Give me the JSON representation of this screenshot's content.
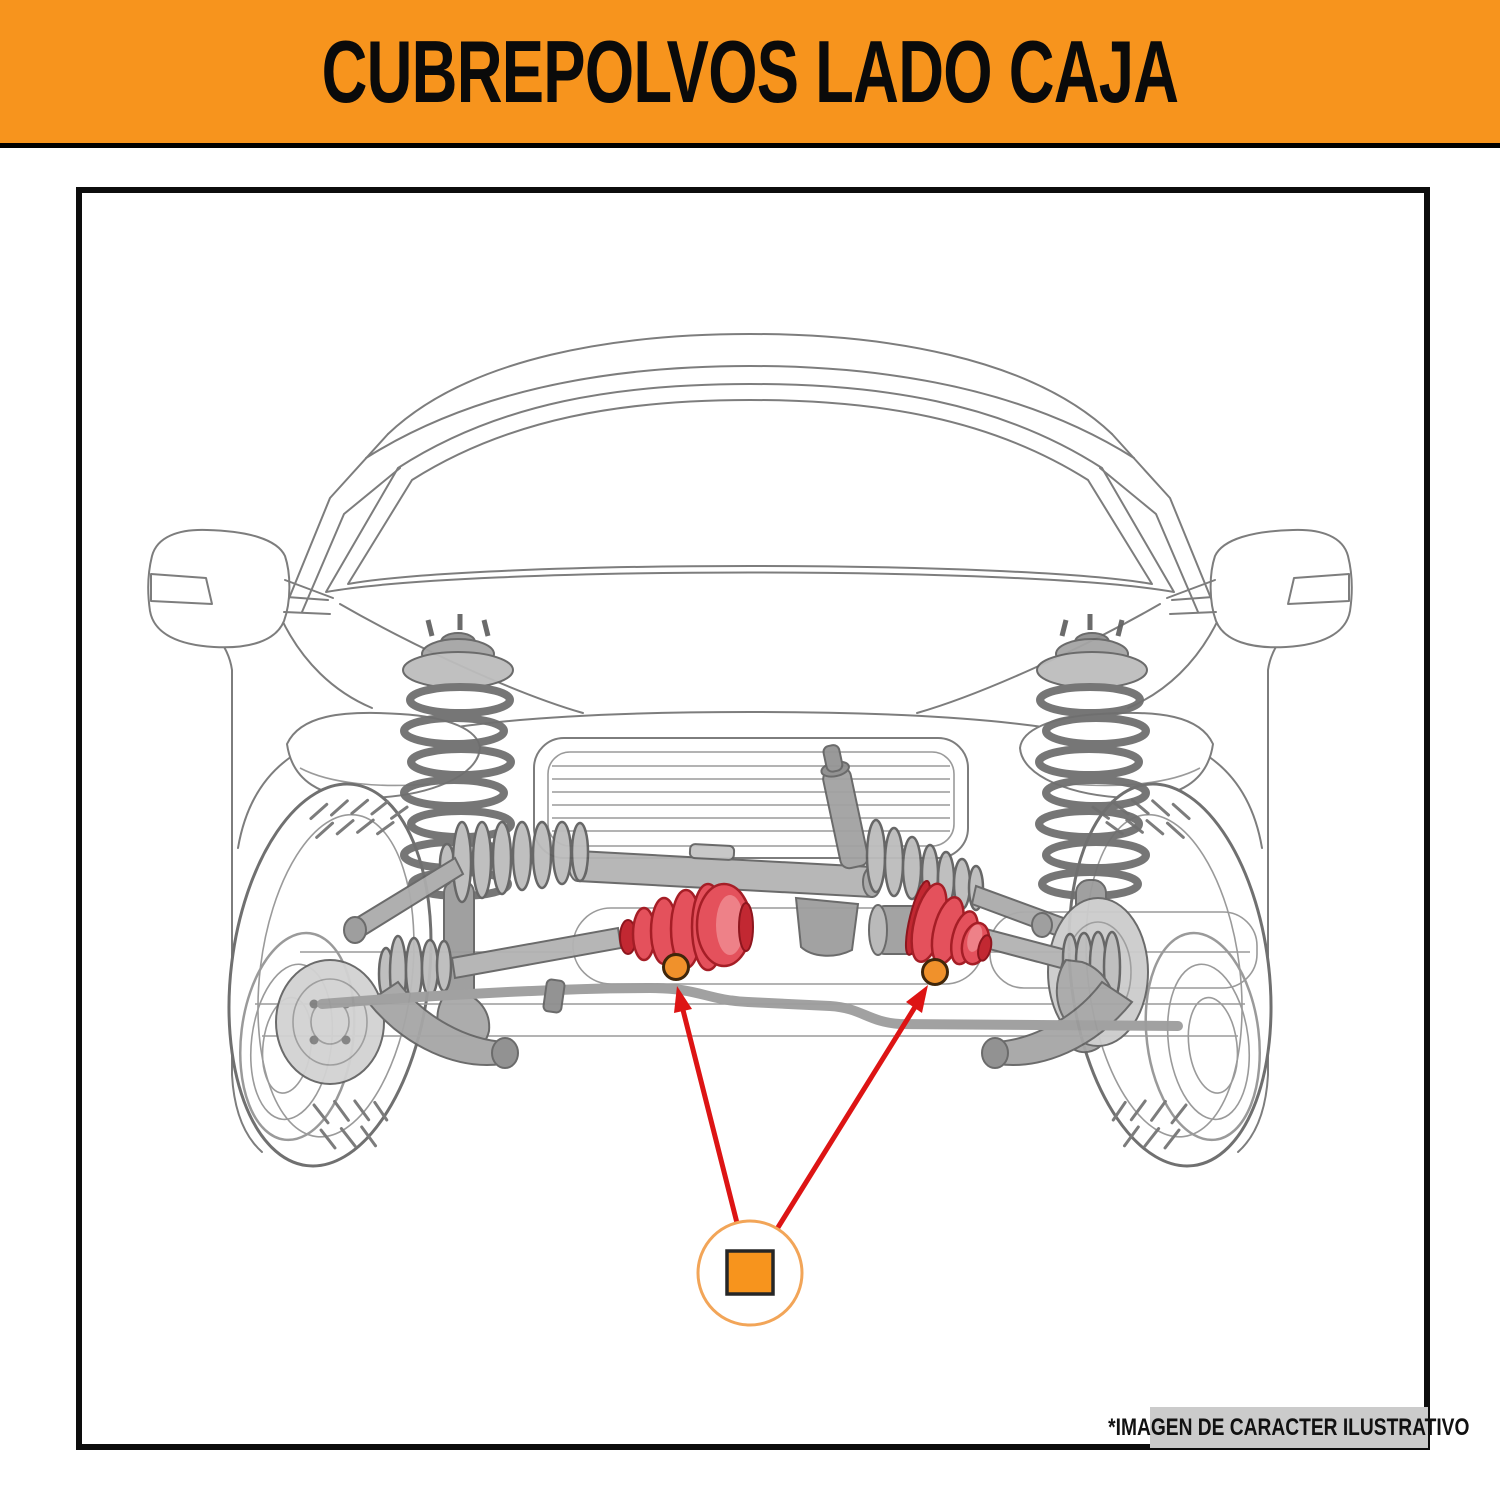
{
  "header": {
    "title": "CUBREPOLVOS LADO CAJA"
  },
  "diagram": {
    "subject": "car front suspension line drawing, front view",
    "highlighted_parts": "two inner CV-joint dust boots (gearbox side) highlighted in red",
    "marker_count": 2,
    "legend_symbol": "orange-square-in-circle"
  },
  "footer": {
    "note": "*IMAGEN DE CARACTER ILUSTRATIVO"
  },
  "colors": {
    "header-orange": "#F7941D",
    "marker-orange": "#F0912B",
    "emblem-square-orange": "#F7941D",
    "emblem-circle-stroke": "#F2A558",
    "arrow-red": "#DD1414",
    "boot-red": "#E4515C",
    "boot-red-dark": "#A51E26",
    "label-gray": "#CBCBCB"
  }
}
